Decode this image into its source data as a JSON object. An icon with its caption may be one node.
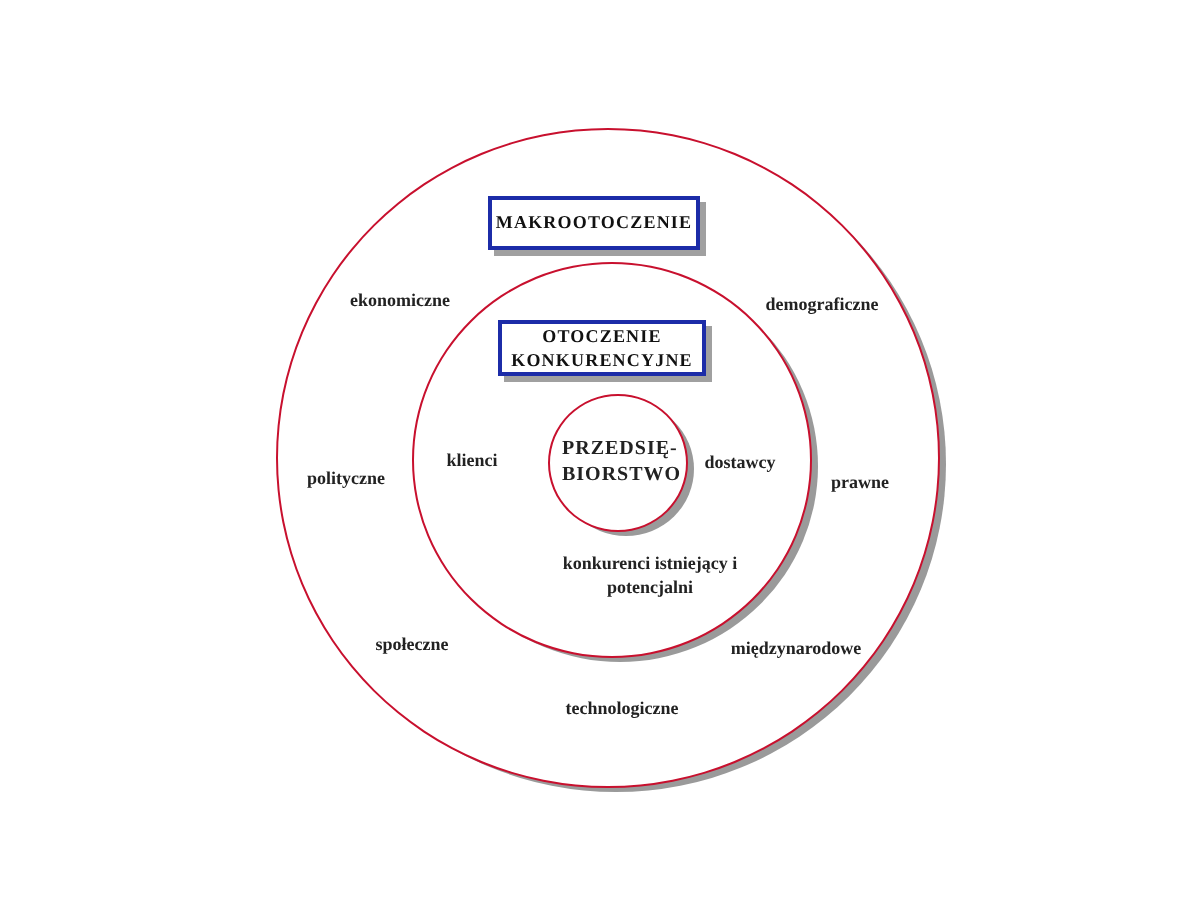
{
  "diagram": {
    "nodes": [
      {
        "text": [],
        "shape": "circle"
      },
      {
        "text": [
          "MAKROOTOCZENIE"
        ],
        "in": 0
      },
      {
        "text": [],
        "shape": "circle",
        "in": 0
      },
      {
        "text": [
          "OTOCZENIE KONKURENCYJNE"
        ],
        "in": 2
      },
      {
        "text": [
          "PRZEDSIĘ- BIORSTWO"
        ],
        "in": 2
      }
    ],
    "labels": [
      "ekonomiczne",
      "demograficzne",
      "klienci",
      "dostawcy",
      "polityczne",
      "prawne",
      "konkurenci istniejący i potencjalni",
      "społeczne",
      "międzynarodowe",
      "technologiczne"
    ]
  }
}
